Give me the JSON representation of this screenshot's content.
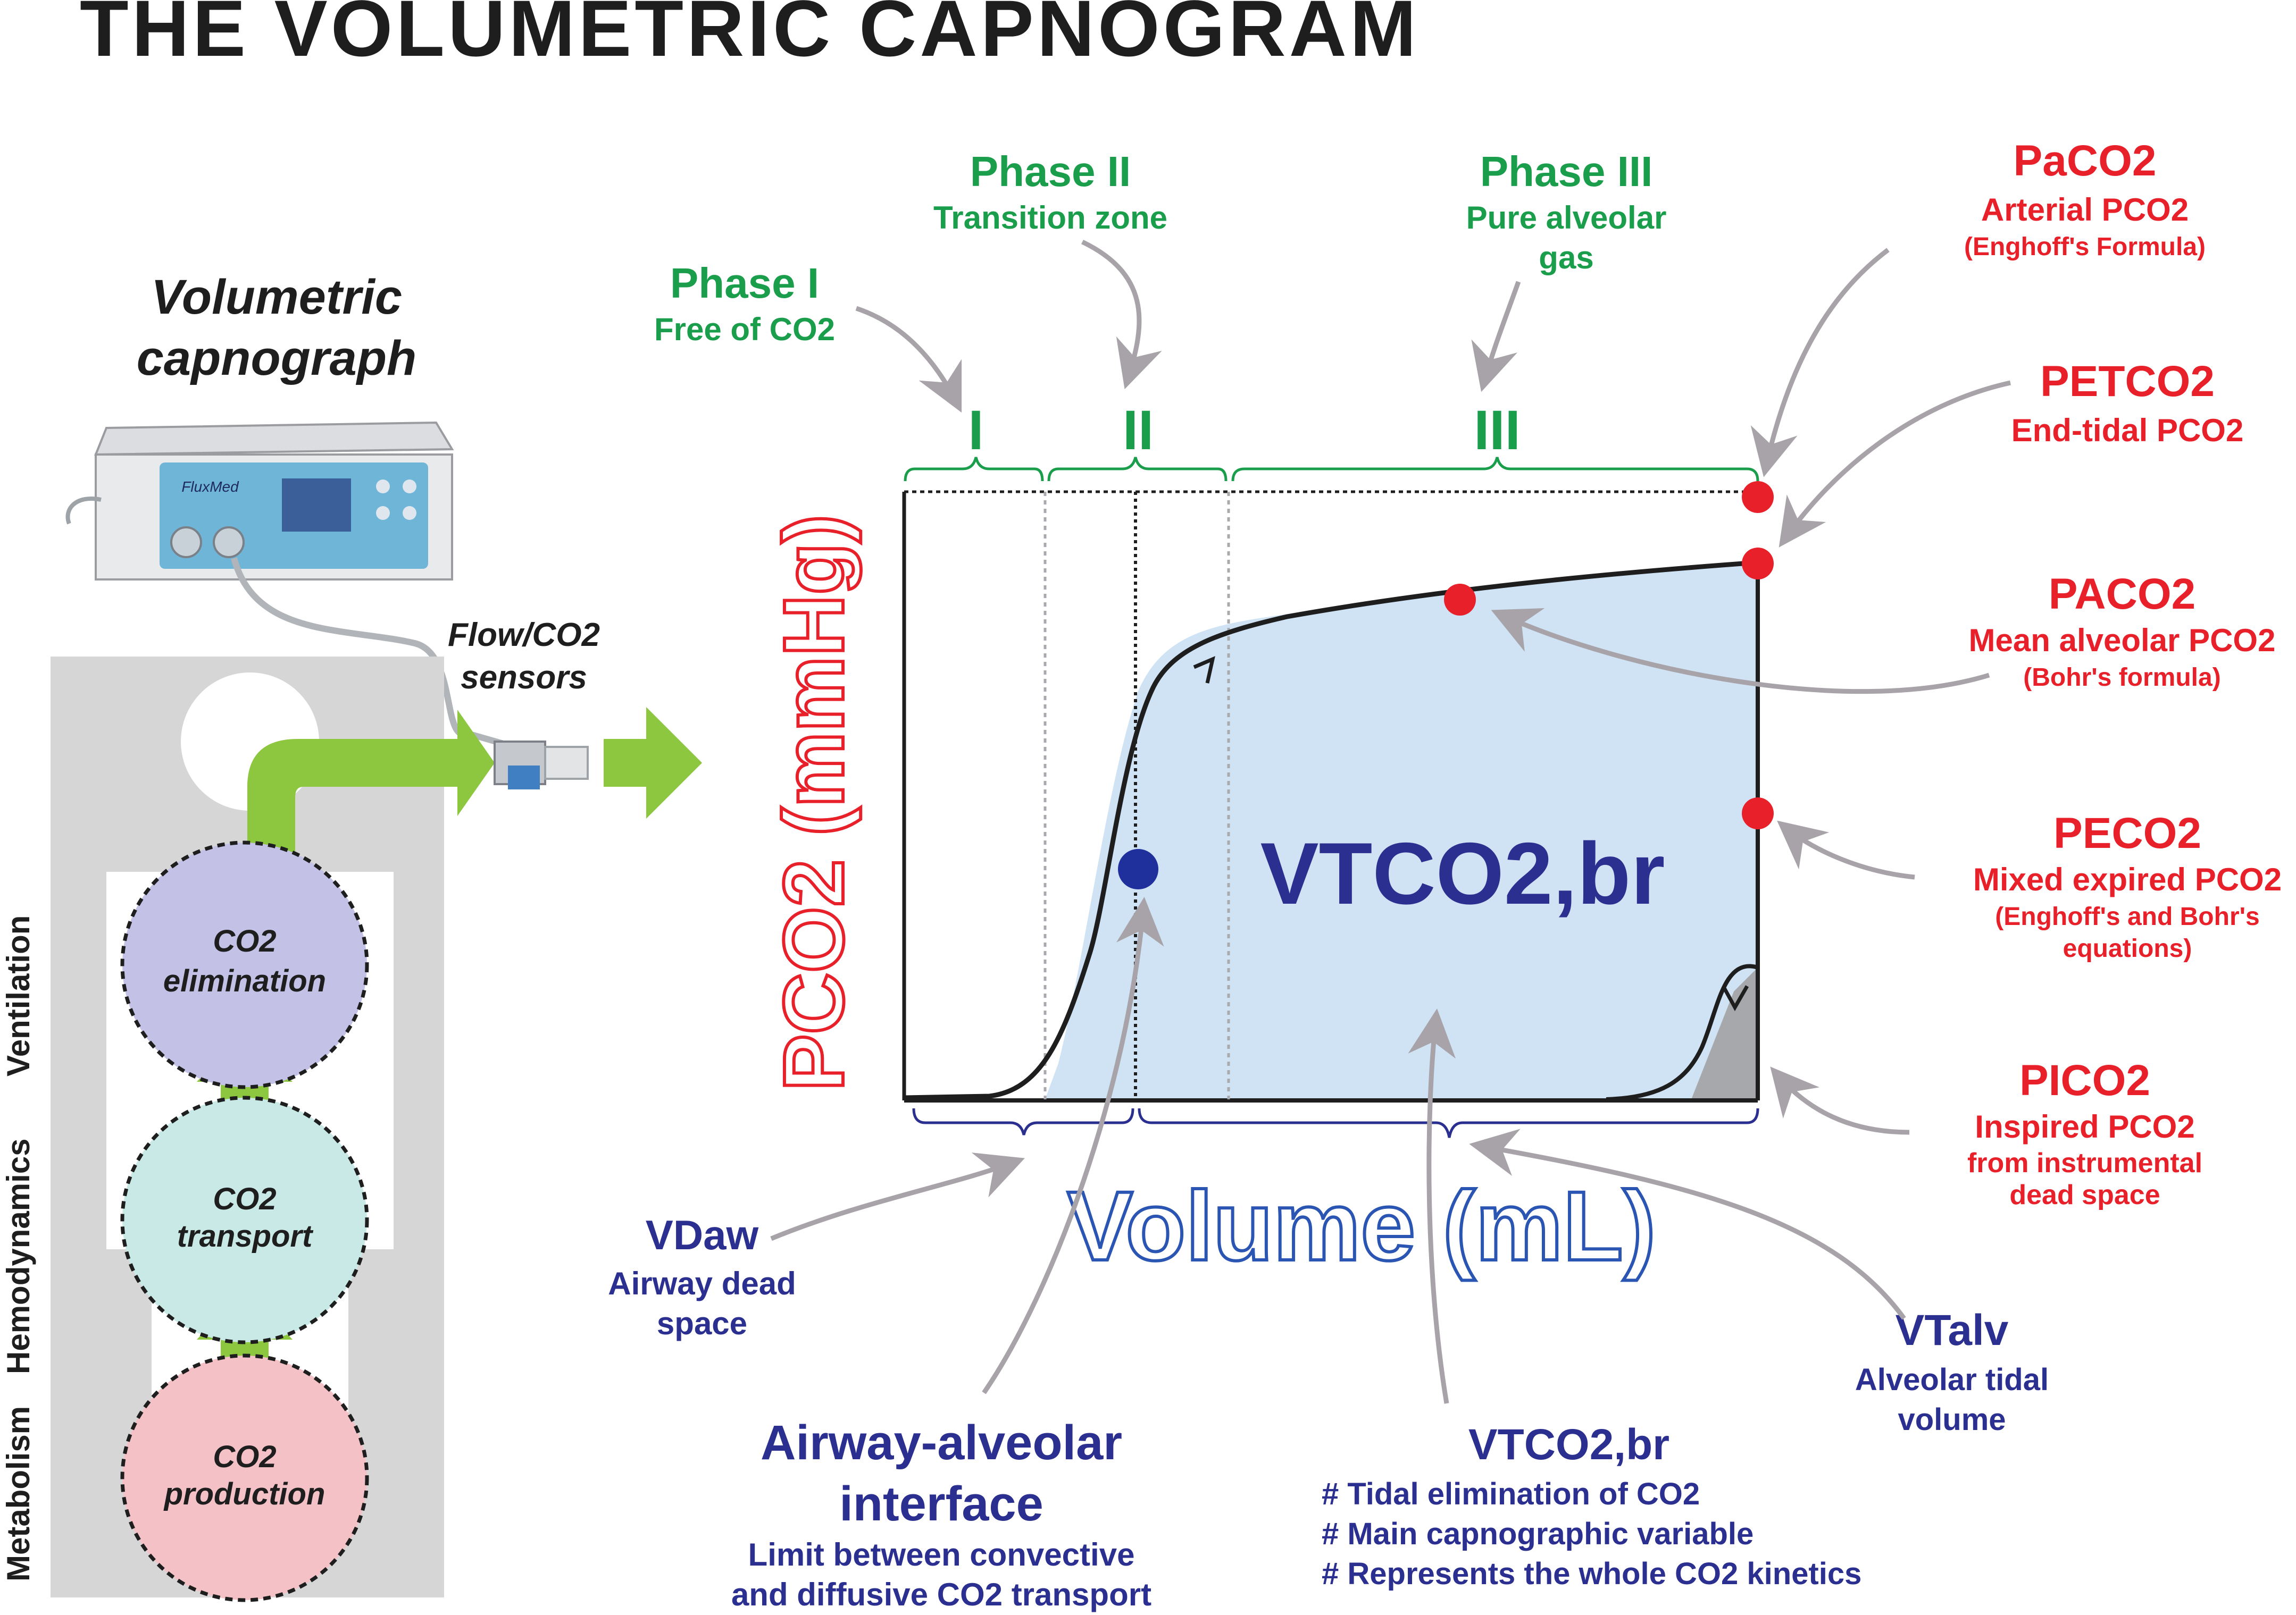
{
  "title": "THE VOLUMETRIC CAPNOGRAM",
  "device": {
    "label_line1": "Volumetric",
    "label_line2": "capnograph",
    "screen_brand": "FluxMed",
    "sensors_line1": "Flow/CO2",
    "sensors_line2": "sensors"
  },
  "body_diagram": {
    "elimination_line1": "CO2",
    "elimination_line2": "elimination",
    "transport_line1": "CO2",
    "transport_line2": "transport",
    "production_line1": "CO2",
    "production_line2": "production",
    "side_labels": [
      "Metabolism",
      "Hemodynamics",
      "Ventilation"
    ]
  },
  "phases": [
    {
      "title": "Phase I",
      "subtitle": "Free of CO2",
      "numeral": "I"
    },
    {
      "title": "Phase II",
      "subtitle": "Transition zone",
      "numeral": "II"
    },
    {
      "title": "Phase III",
      "subtitle_line1": "Pure alveolar",
      "subtitle_line2": "gas",
      "numeral": "III"
    }
  ],
  "axes": {
    "y_label": "PCO2 (mmHg)",
    "x_label": "Volume (mL)"
  },
  "area_label": "VTCO2,br",
  "pressures": [
    {
      "name": "PaCO2",
      "desc": "Arterial PCO2",
      "note": "(Enghoff's Formula)"
    },
    {
      "name": "PETCO2",
      "desc": "End-tidal PCO2"
    },
    {
      "name": "PACO2",
      "desc": "Mean alveolar PCO2",
      "note": "(Bohr's formula)"
    },
    {
      "name": "PECO2",
      "desc": "Mixed expired PCO2",
      "note_line1": "(Enghoff's and Bohr's",
      "note_line2": "equations)"
    },
    {
      "name": "PICO2",
      "desc": "Inspired PCO2",
      "note_line1": "from instrumental",
      "note_line2": "dead space"
    }
  ],
  "volumes": {
    "vdaw": {
      "name": "VDaw",
      "desc_line1": "Airway dead",
      "desc_line2": "space"
    },
    "interface": {
      "title_line1": "Airway-alveolar",
      "title_line2": "interface",
      "desc_line1": "Limit between convective",
      "desc_line2": "and diffusive CO2 transport"
    },
    "vtco2": {
      "name": "VTCO2,br",
      "items": [
        "# Tidal elimination of CO2",
        "# Main capnographic variable",
        "# Represents the whole CO2 kinetics"
      ]
    },
    "vtalv": {
      "name": "VTalv",
      "desc_line1": "Alveolar tidal",
      "desc_line2": "volume"
    }
  },
  "colors": {
    "green": "#1a9e4b",
    "red": "#e8202a",
    "blue": "#2b2f8f",
    "area_fill": "#cfe3f5",
    "arrow_green": "#8dc63f"
  }
}
